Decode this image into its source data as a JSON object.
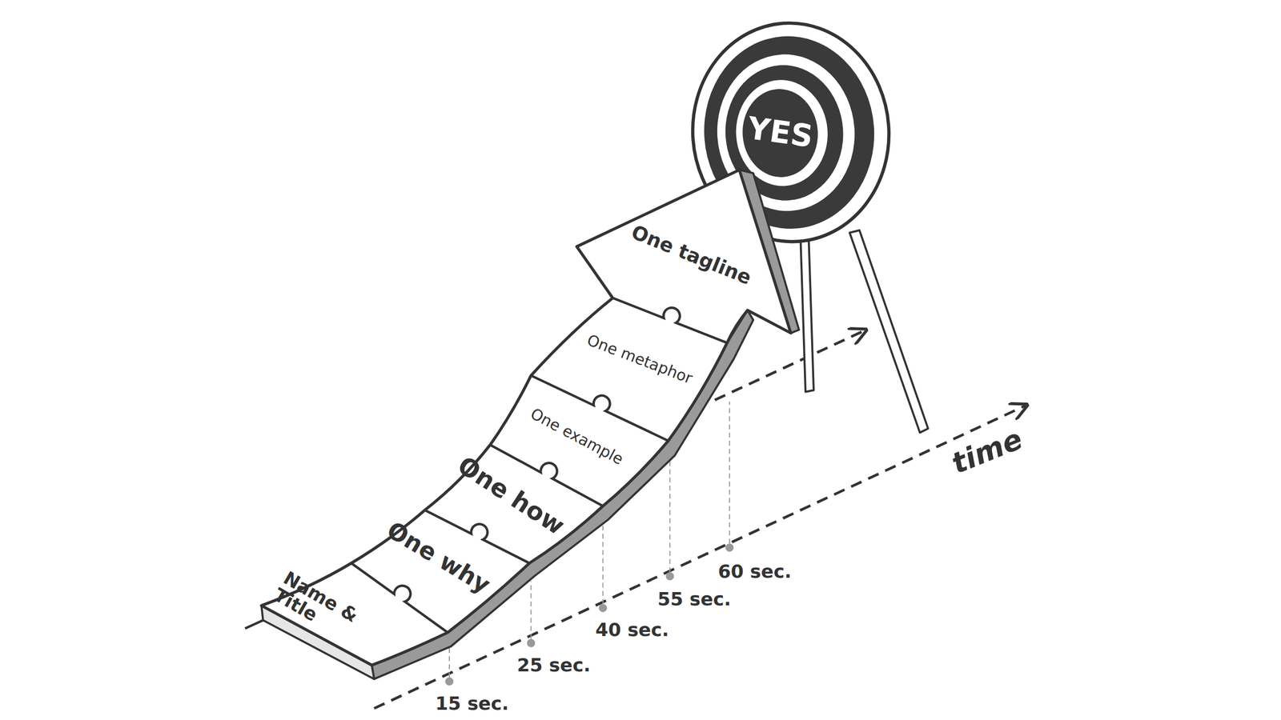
{
  "diagram": {
    "nodes": [
      {
        "text": [
          "Name & Title"
        ]
      },
      {
        "text": [
          "One why"
        ]
      },
      {
        "text": [
          "One how"
        ]
      },
      {
        "text": [
          "One example"
        ]
      },
      {
        "text": [
          "One metaphor"
        ]
      },
      {
        "text": [
          "One tagline"
        ]
      },
      {
        "text": [
          "YES"
        ]
      }
    ],
    "labels": [
      "15 sec.",
      "25 sec.",
      "40 sec.",
      "55 sec.",
      "60 sec.",
      "time"
    ]
  }
}
